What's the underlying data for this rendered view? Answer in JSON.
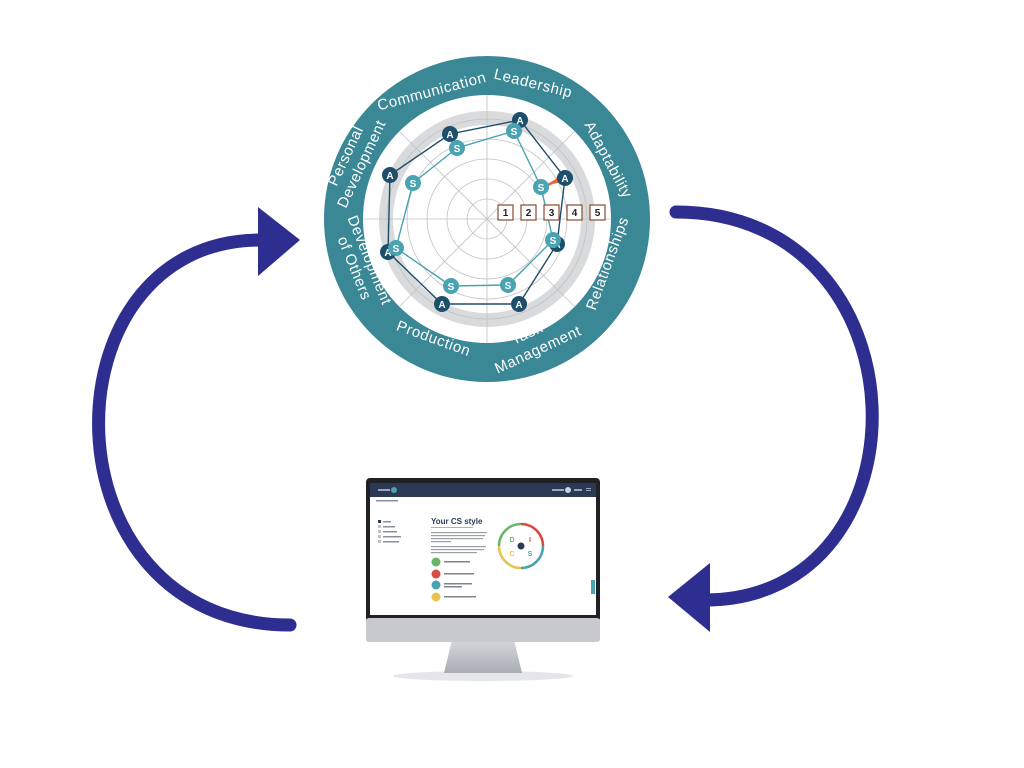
{
  "wheel": {
    "segments": [
      "Leadership",
      "Adaptability",
      "Relationships",
      "Task",
      "Management",
      "Production",
      "Development",
      "of Others",
      "Personal",
      "Development",
      "Communication"
    ],
    "scale": [
      "1",
      "2",
      "3",
      "4",
      "5"
    ],
    "markers": {
      "a_label": "A",
      "s_label": "S"
    }
  },
  "screen": {
    "page_title": "Your CS style",
    "disc_letters": [
      "D",
      "I",
      "S",
      "C"
    ]
  },
  "colors": {
    "ring": "#3a8795",
    "arrow": "#2d2e8f",
    "a_marker": "#1d4f6b",
    "s_marker": "#4aa3b1",
    "disc": [
      "#6cb36b",
      "#d94a43",
      "#4aa3b1",
      "#e9c24f"
    ]
  }
}
